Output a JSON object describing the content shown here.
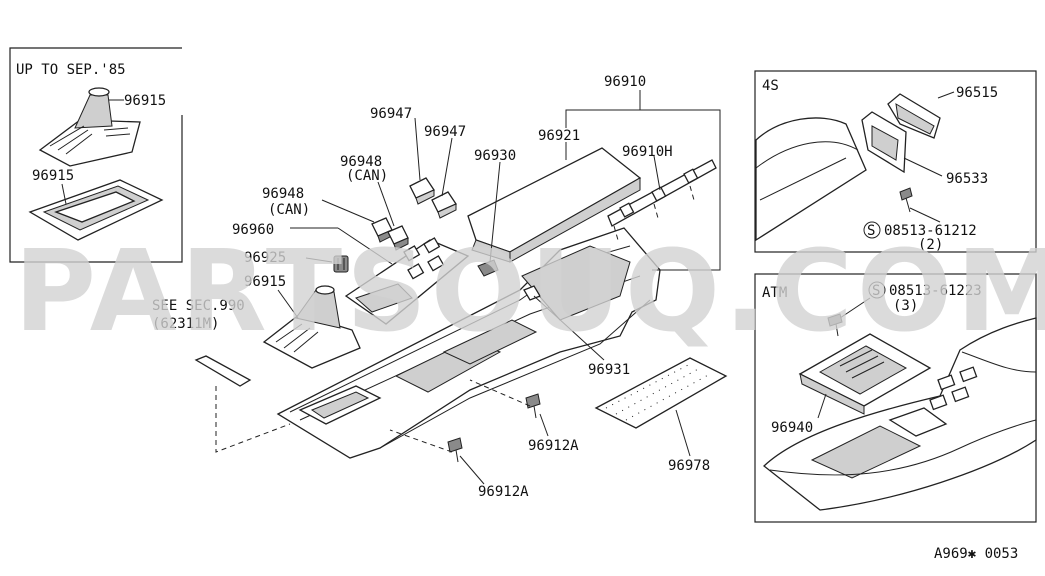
{
  "insets": {
    "up_to": {
      "title": "UP TO SEP.'85",
      "label_top": "96915",
      "label_bottom": "96915"
    },
    "four_s": {
      "title": "4S",
      "labels": [
        "96515",
        "96533",
        "08513-61212",
        "(2)"
      ]
    },
    "atm": {
      "title": "ATM",
      "labels": [
        "08513-61223",
        "(3)",
        "96940"
      ]
    }
  },
  "labels": {
    "p96910": "96910",
    "p96921": "96921",
    "p96910H": "96910H",
    "p96947a": "96947",
    "p96947b": "96947",
    "p96930": "96930",
    "p96948a": "96948",
    "p96948a_note": "(CAN)",
    "p96948b": "96948",
    "p96948b_note": "(CAN)",
    "p96960": "96960",
    "p96925": "96925",
    "p96915": "96915",
    "see_sec": "SEE SEC.990",
    "see_sec_ref": "(62311M)",
    "p96931": "96931",
    "p96912a_1": "96912A",
    "p96912a_2": "96912A",
    "p96978": "96978"
  },
  "screw_symbol": "S",
  "watermark": "PARTSOUQ.COM",
  "footer_code": "A969✱ 0053"
}
